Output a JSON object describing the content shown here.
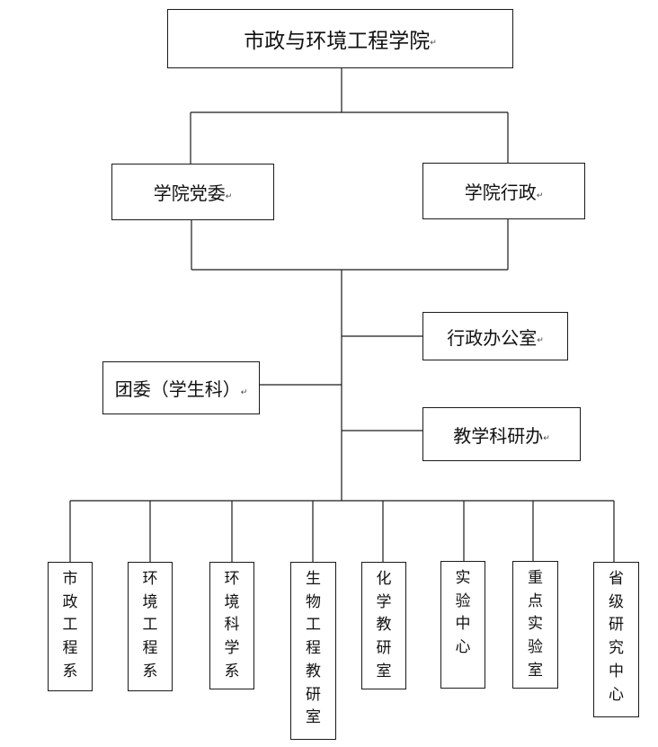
{
  "root": {
    "label": "市政与环境工程学院"
  },
  "level2": [
    {
      "key": "party",
      "label": "学院党委"
    },
    {
      "key": "admin",
      "label": "学院行政"
    }
  ],
  "offices": [
    {
      "key": "admin-office",
      "label": "行政办公室"
    },
    {
      "key": "league",
      "label": "团委（学生科）"
    },
    {
      "key": "teaching",
      "label": "教学科研办"
    }
  ],
  "departments": [
    {
      "key": "municipal",
      "label": "市政工程系"
    },
    {
      "key": "env-eng",
      "label": "环境工程系"
    },
    {
      "key": "env-sci",
      "label": "环境科学系"
    },
    {
      "key": "bio-eng",
      "label": "生物工程教研室"
    },
    {
      "key": "chem",
      "label": "化学教研室"
    },
    {
      "key": "lab-center",
      "label": "实验中心"
    },
    {
      "key": "key-lab",
      "label": "重点实验室"
    },
    {
      "key": "prov-center",
      "label": "省级研究中心"
    }
  ],
  "paragraph_mark": "↵"
}
